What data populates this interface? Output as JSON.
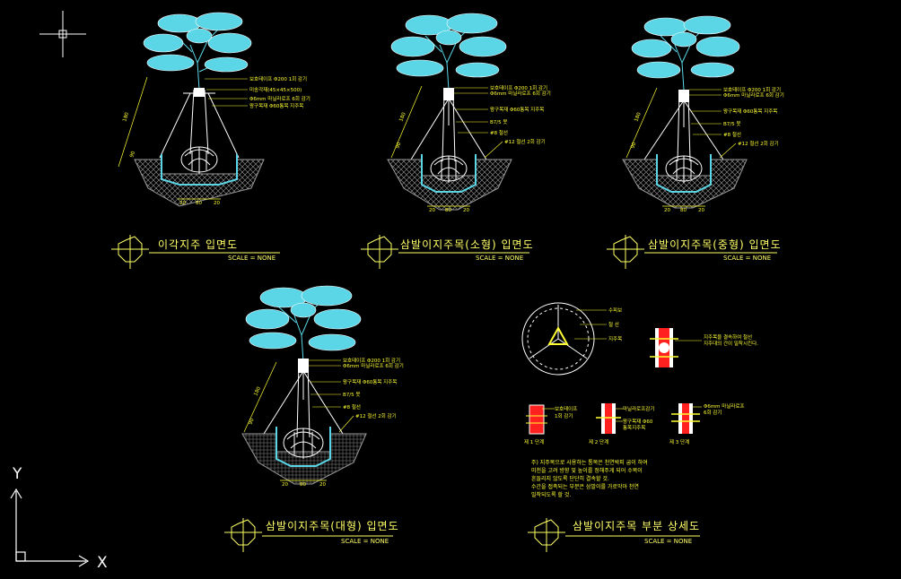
{
  "colors": {
    "background": "#000000",
    "tree": "#5ad6e6",
    "foliage": "#ffffff",
    "annotation": "#ffff33",
    "accent_red": "#ff2020",
    "soil": "#9a9a9a",
    "root_ball": "#ffffff"
  },
  "views": [
    {
      "title": "이각지주  입면도",
      "scale": "SCALE = NONE",
      "annotations": [
        "보호테이프 Φ200 1회 감기",
        "미송각재(45×45×500)",
        "Φ6mm 마닐라로프 6회 감기",
        "왕구목재 Φ60통목 지주목"
      ]
    },
    {
      "title": "삼발이지주목(소형) 입면도",
      "scale": "SCALE = NONE",
      "annotations": [
        "보호테이프 Φ200 1회 감기",
        "Φ6mm 마닐라로프 6회 감기",
        "왕구목재 Φ60통목 지주목",
        "B7/5 못",
        "#8 철선",
        "#12 철선 2회 감기"
      ]
    },
    {
      "title": "삼발이지주목(중형)  입면도",
      "scale": "SCALE = NONE",
      "annotations": [
        "보호테이프 Φ200 1회 감기",
        "Φ6mm 마닐라로프 6회 감기",
        "왕구목재 Φ60통목 지주목",
        "B7/5 못",
        "#8 철선",
        "#12 철선 2회 감기"
      ]
    },
    {
      "title": "삼발이지주목(대형)  입면도",
      "scale": "SCALE = NONE",
      "annotations": [
        "보호테이프 Φ200 1회 감기",
        "Φ6mm 마닐라로프 6회 감기",
        "왕구목재 Φ60통목 지주목",
        "B7/5 못",
        "#8 철선",
        "#12 철선 2회 감기"
      ]
    }
  ],
  "detail": {
    "title": "삼발이지주목  부분  상세도",
    "scale": "SCALE = NONE",
    "plan_labels": [
      "수피보",
      "철 선",
      "지주목"
    ],
    "joint_note": [
      "지주목을 결속하여 철선",
      "지주대의 간이 밀착시킨다."
    ],
    "steps": [
      {
        "label": "제 1 단계",
        "annotation": [
          "보호테이프",
          "1회 감기"
        ]
      },
      {
        "label": "제 2 단계",
        "annotation": [
          "마닐라로프감기",
          "왕구목재 Φ60",
          "통목지주목"
        ]
      },
      {
        "label": "제 3 단계",
        "annotation": [
          "Φ6mm 마닐라로프",
          "6회 감기"
        ]
      }
    ],
    "notes": [
      "주) 지주목으로 사용하는 통목은 천연박피 굽이 하여",
      "    미천을 고려 방향 및 높이를 정해주게 되어 수목이",
      "    흔들리지 않도록 단단히 결속할 것.",
      "    수간을 접촉되는 부분은 삼발이를 가로막아 천연",
      "    밀착되도록 할 것."
    ]
  },
  "dimensions": {
    "widths": [
      "20",
      "80",
      "20"
    ],
    "heights": [
      "180",
      "90"
    ]
  },
  "ucs": {
    "x_label": "X",
    "y_label": "Y"
  }
}
